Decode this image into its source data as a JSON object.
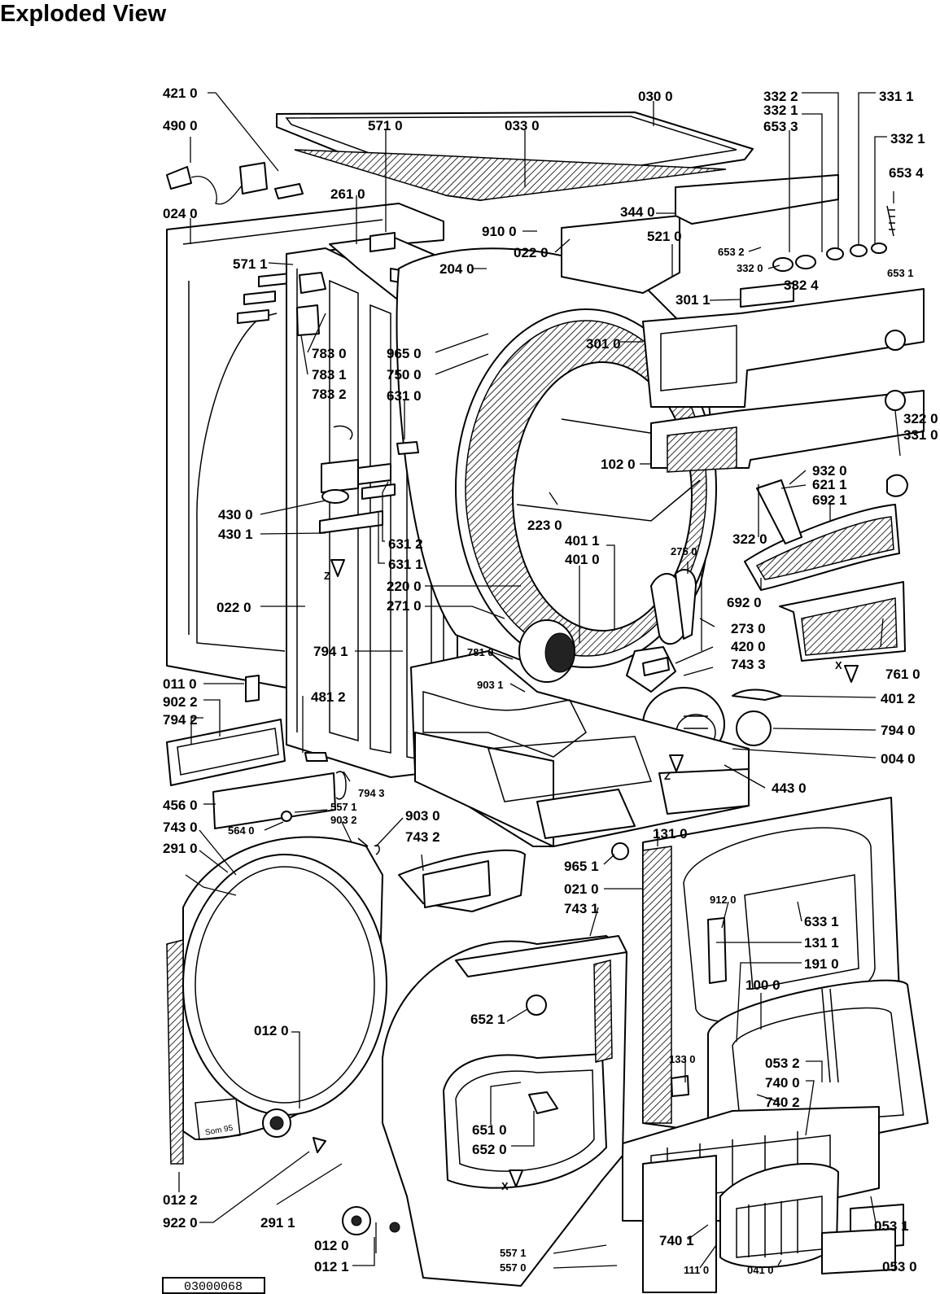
{
  "title": "Exploded View",
  "doc_number": "03000068",
  "callouts": [
    {
      "id": "c1",
      "text": "421 0"
    },
    {
      "id": "c2",
      "text": "490 0"
    },
    {
      "id": "c3",
      "text": "024 0"
    },
    {
      "id": "c4",
      "text": "571 1"
    },
    {
      "id": "c5",
      "text": "261 0"
    },
    {
      "id": "c6",
      "text": "571 0"
    },
    {
      "id": "c7",
      "text": "033 0"
    },
    {
      "id": "c8",
      "text": "030 0"
    },
    {
      "id": "c9",
      "text": "332 2"
    },
    {
      "id": "c10",
      "text": "332 1"
    },
    {
      "id": "c11",
      "text": "653 3"
    },
    {
      "id": "c12",
      "text": "331 1"
    },
    {
      "id": "c13",
      "text": "332 1"
    },
    {
      "id": "c14",
      "text": "653 4"
    },
    {
      "id": "c15",
      "text": "910 0"
    },
    {
      "id": "c16",
      "text": "022 0"
    },
    {
      "id": "c17",
      "text": "344 0"
    },
    {
      "id": "c18",
      "text": "521 0"
    },
    {
      "id": "c19",
      "text": "653 2"
    },
    {
      "id": "c20",
      "text": "332 0"
    },
    {
      "id": "c21",
      "text": "332 4"
    },
    {
      "id": "c22",
      "text": "653 1"
    },
    {
      "id": "c23",
      "text": "204 0"
    },
    {
      "id": "c24",
      "text": "301 1"
    },
    {
      "id": "c25",
      "text": "301 0"
    },
    {
      "id": "c26",
      "text": "783 0"
    },
    {
      "id": "c27",
      "text": "783 1"
    },
    {
      "id": "c28",
      "text": "783 2"
    },
    {
      "id": "c29",
      "text": "965 0"
    },
    {
      "id": "c30",
      "text": "750 0"
    },
    {
      "id": "c31",
      "text": "631 0"
    },
    {
      "id": "c32",
      "text": "102 0"
    },
    {
      "id": "c33",
      "text": "322 0"
    },
    {
      "id": "c34",
      "text": "331 0"
    },
    {
      "id": "c35",
      "text": "932 0"
    },
    {
      "id": "c36",
      "text": "621 1"
    },
    {
      "id": "c37",
      "text": "692 1"
    },
    {
      "id": "c38",
      "text": "430 0"
    },
    {
      "id": "c39",
      "text": "430 1"
    },
    {
      "id": "c40",
      "text": "223 0"
    },
    {
      "id": "c41",
      "text": "631 2"
    },
    {
      "id": "c42",
      "text": "631 1"
    },
    {
      "id": "c43",
      "text": "401 1"
    },
    {
      "id": "c44",
      "text": "401 0"
    },
    {
      "id": "c45",
      "text": "275 0"
    },
    {
      "id": "c46",
      "text": "322 0"
    },
    {
      "id": "c47",
      "text": "220 0"
    },
    {
      "id": "c48",
      "text": "271 0"
    },
    {
      "id": "c49",
      "text": "692 0"
    },
    {
      "id": "c50",
      "text": "022 0"
    },
    {
      "id": "c51",
      "text": "273 0"
    },
    {
      "id": "c52",
      "text": "420 0"
    },
    {
      "id": "c53",
      "text": "743 3"
    },
    {
      "id": "c54",
      "text": "794 1"
    },
    {
      "id": "c55",
      "text": "781 0"
    },
    {
      "id": "c56",
      "text": "761 0"
    },
    {
      "id": "c57",
      "text": "011 0"
    },
    {
      "id": "c58",
      "text": "903 1"
    },
    {
      "id": "c59",
      "text": "481 2"
    },
    {
      "id": "c60",
      "text": "401 2"
    },
    {
      "id": "c61",
      "text": "902 2"
    },
    {
      "id": "c62",
      "text": "794 2"
    },
    {
      "id": "c63",
      "text": "794 0"
    },
    {
      "id": "c64",
      "text": "004 0"
    },
    {
      "id": "c65",
      "text": "794 3"
    },
    {
      "id": "c66",
      "text": "443 0"
    },
    {
      "id": "c67",
      "text": "456 0"
    },
    {
      "id": "c68",
      "text": "557 1"
    },
    {
      "id": "c69",
      "text": "903 2"
    },
    {
      "id": "c70",
      "text": "903 0"
    },
    {
      "id": "c71",
      "text": "743 0"
    },
    {
      "id": "c72",
      "text": "564 0"
    },
    {
      "id": "c73",
      "text": "743 2"
    },
    {
      "id": "c74",
      "text": "131 0"
    },
    {
      "id": "c75",
      "text": "291 0"
    },
    {
      "id": "c76",
      "text": "965 1"
    },
    {
      "id": "c77",
      "text": "021 0"
    },
    {
      "id": "c78",
      "text": "743 1"
    },
    {
      "id": "c79",
      "text": "912 0"
    },
    {
      "id": "c80",
      "text": "633 1"
    },
    {
      "id": "c81",
      "text": "131 1"
    },
    {
      "id": "c82",
      "text": "191 0"
    },
    {
      "id": "c83",
      "text": "100 0"
    },
    {
      "id": "c84",
      "text": "652 1"
    },
    {
      "id": "c85",
      "text": "012 0"
    },
    {
      "id": "c86",
      "text": "133 0"
    },
    {
      "id": "c87",
      "text": "053 2"
    },
    {
      "id": "c88",
      "text": "740 0"
    },
    {
      "id": "c89",
      "text": "740 2"
    },
    {
      "id": "c90",
      "text": "651 0"
    },
    {
      "id": "c91",
      "text": "652 0"
    },
    {
      "id": "c92",
      "text": "012 2"
    },
    {
      "id": "c93",
      "text": "922 0"
    },
    {
      "id": "c94",
      "text": "291 1"
    },
    {
      "id": "c95",
      "text": "012 0"
    },
    {
      "id": "c96",
      "text": "012 1"
    },
    {
      "id": "c97",
      "text": "557 1"
    },
    {
      "id": "c98",
      "text": "557 0"
    },
    {
      "id": "c99",
      "text": "740 1"
    },
    {
      "id": "c100",
      "text": "111 0"
    },
    {
      "id": "c101",
      "text": "041 0"
    },
    {
      "id": "c102",
      "text": "053 1"
    },
    {
      "id": "c103",
      "text": "053 0"
    }
  ],
  "direction_markers": [
    {
      "id": "m1",
      "text": "Z"
    },
    {
      "id": "m2",
      "text": "X"
    },
    {
      "id": "m3",
      "text": "Z"
    },
    {
      "id": "m4",
      "text": "X"
    }
  ],
  "plate_text": "Som 95"
}
